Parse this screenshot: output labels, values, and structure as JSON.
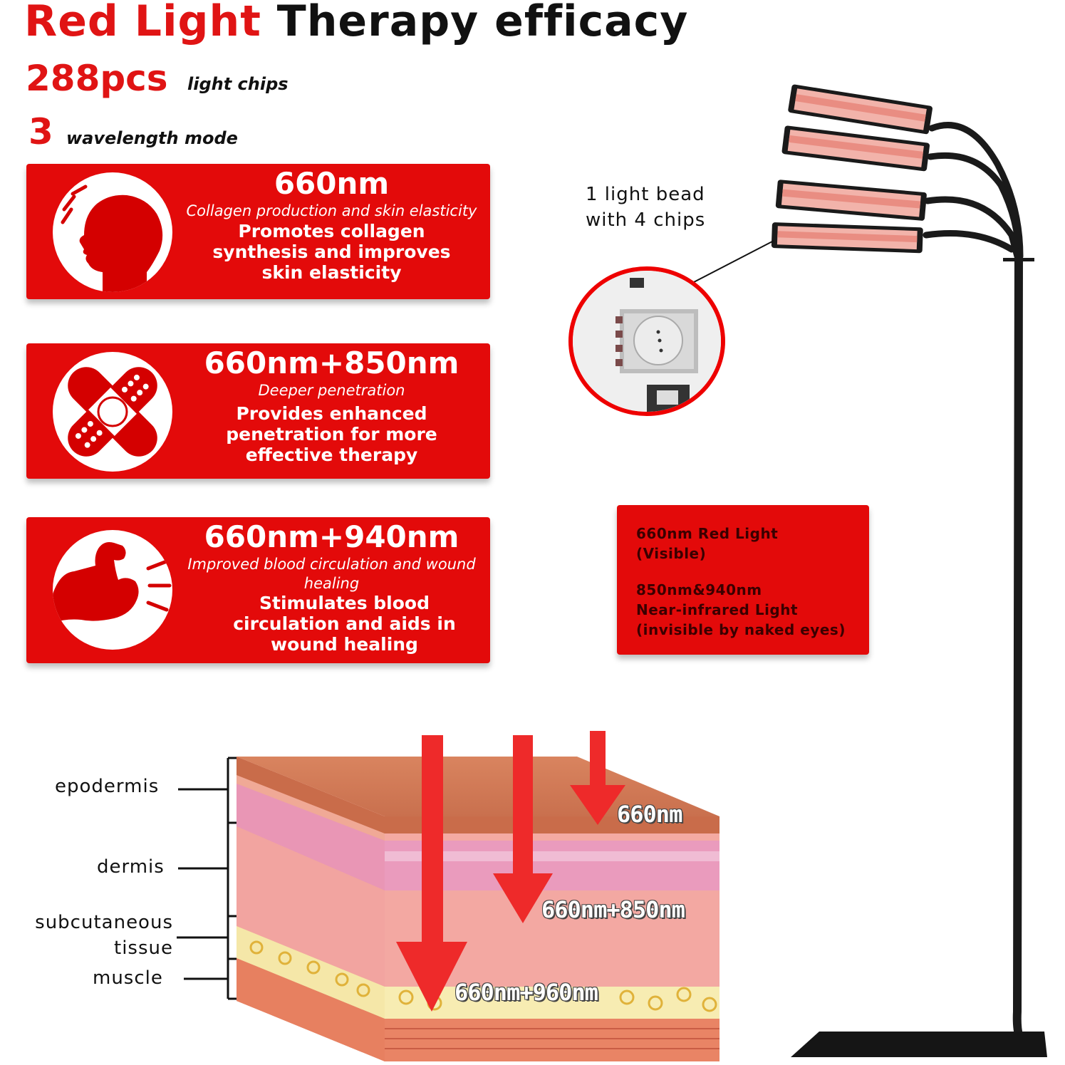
{
  "header": {
    "title_red": "Red Light",
    "title_black": "Therapy efficacy",
    "chips_count": "288pcs",
    "chips_label": "light chips",
    "modes_count": "3",
    "modes_label": "wavelength mode"
  },
  "cards": [
    {
      "icon": "face-profile-icon",
      "wavelength": "660nm",
      "subtitle": "Collagen production and skin elasticity",
      "desc_lines": [
        "Promotes collagen",
        "synthesis and improves",
        "skin elasticity"
      ]
    },
    {
      "icon": "bandage-icon",
      "wavelength": "660nm+850nm",
      "subtitle": "Deeper penetration",
      "desc_lines": [
        "Provides enhanced",
        "penetration for more",
        "effective therapy"
      ]
    },
    {
      "icon": "flexed-arm-icon",
      "wavelength": "660nm+940nm",
      "subtitle_lines": [
        "Improved blood circulation and wound",
        "healing"
      ],
      "desc_lines": [
        "Stimulates blood",
        "circulation and aids in",
        "wound healing"
      ]
    }
  ],
  "bead": {
    "label_lines": [
      "1 light bead",
      "with 4 chips"
    ]
  },
  "info_box": {
    "visible_line1": "660nm Red Light",
    "visible_line2": "(Visible)",
    "nir_line1": "850nm&940nm",
    "nir_line2": "Near-infrared Light",
    "nir_line3": "(invisible by naked eyes)"
  },
  "skin_layers": {
    "epidermis": "epodermis",
    "dermis": "dermis",
    "subcutaneous_line1": "subcutaneous",
    "subcutaneous_line2": "tissue",
    "muscle": "muscle"
  },
  "penetration": {
    "shallow": "660nm",
    "middle": "660nm+850nm",
    "deep": "660nm+960nm"
  },
  "colors": {
    "accent_red": "#e30a0a",
    "title_red": "#e01414",
    "lamp_black": "#1a1a1a"
  }
}
